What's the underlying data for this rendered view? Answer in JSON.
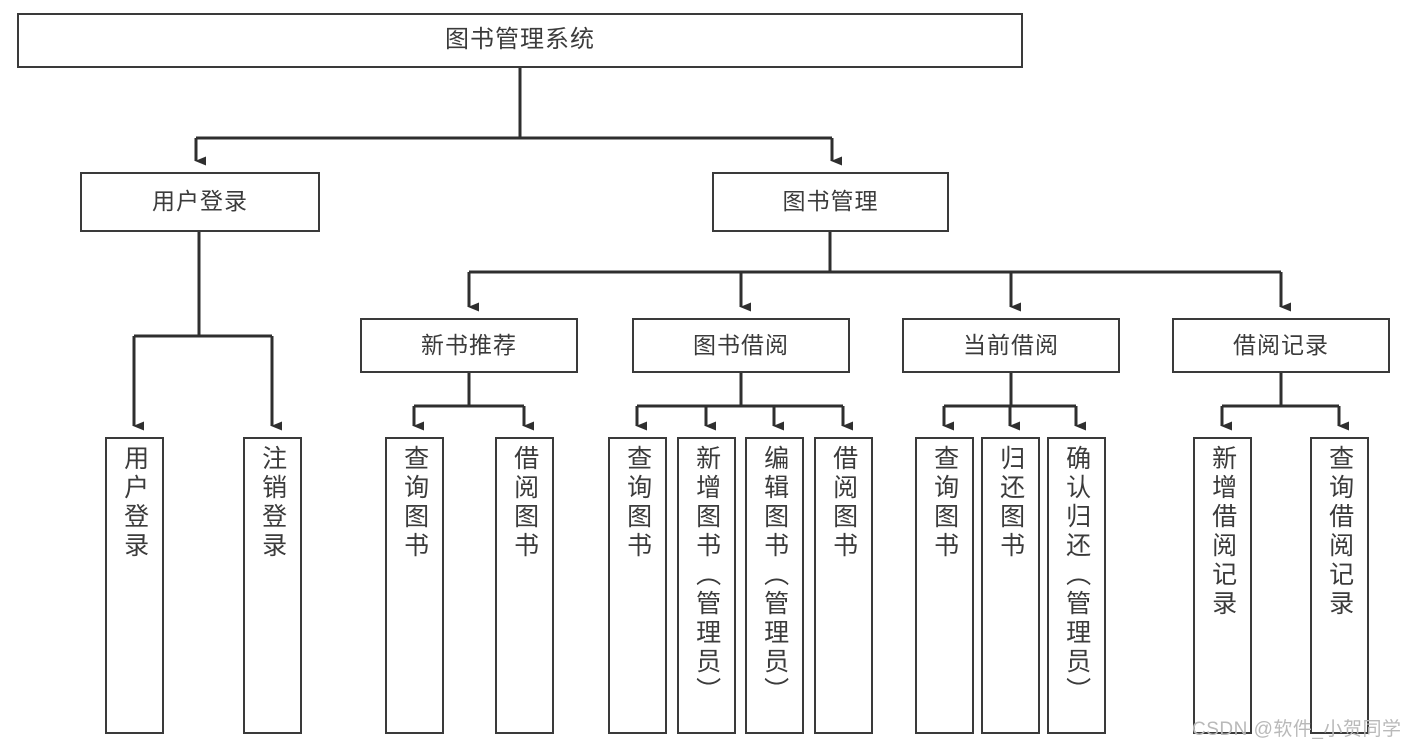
{
  "diagram": {
    "title": "图书管理系统",
    "type": "tree-hierarchy",
    "watermark": "CSDN @软件_小贺同学",
    "colors": {
      "box_border": "#3a3a3a",
      "box_fill": "#ffffff",
      "text": "#3b3b3b",
      "edge": "#2f2f2f",
      "watermark": "#b9b9b9",
      "background": "#ffffff"
    },
    "nodes": {
      "root": {
        "label": "图书管理系统"
      },
      "level2": [
        {
          "id": "user-login",
          "label": "用户登录"
        },
        {
          "id": "book-manage",
          "label": "图书管理"
        }
      ],
      "level3": [
        {
          "id": "new-book-recommend",
          "label": "新书推荐"
        },
        {
          "id": "book-borrow",
          "label": "图书借阅"
        },
        {
          "id": "current-borrow",
          "label": "当前借阅"
        },
        {
          "id": "borrow-record",
          "label": "借阅记录"
        }
      ],
      "leaves": {
        "user_login": [
          {
            "id": "leaf-user-login",
            "label": "用户登录"
          },
          {
            "id": "leaf-logout-login",
            "label": "注销登录"
          }
        ],
        "new_book_recommend": [
          {
            "id": "leaf-query-book-1",
            "label": "查询图书"
          },
          {
            "id": "leaf-borrow-book-1",
            "label": "借阅图书"
          }
        ],
        "book_borrow": [
          {
            "id": "leaf-query-book-2",
            "label": "查询图书"
          },
          {
            "id": "leaf-add-book",
            "label": "新增图书（管理员）"
          },
          {
            "id": "leaf-edit-book",
            "label": "编辑图书（管理员）"
          },
          {
            "id": "leaf-borrow-book-2",
            "label": "借阅图书"
          }
        ],
        "current_borrow": [
          {
            "id": "leaf-query-book-3",
            "label": "查询图书"
          },
          {
            "id": "leaf-return-book",
            "label": "归还图书"
          },
          {
            "id": "leaf-confirm-return",
            "label": "确认归还（管理员）"
          }
        ],
        "borrow_record": [
          {
            "id": "leaf-add-record",
            "label": "新增借阅记录"
          },
          {
            "id": "leaf-query-record",
            "label": "查询借阅记录"
          }
        ]
      }
    }
  }
}
